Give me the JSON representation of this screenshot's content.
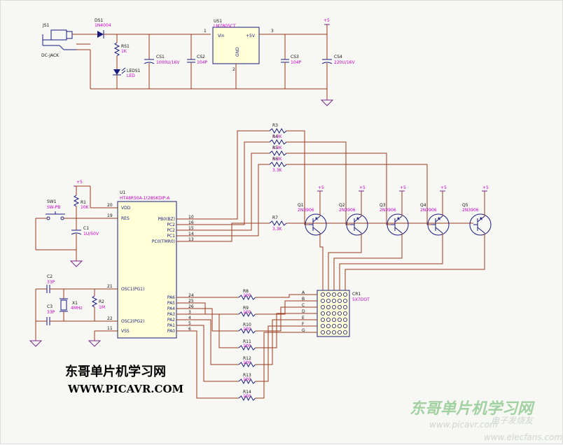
{
  "labels": {
    "js1": "JS1",
    "dcjack": "DC-JACK",
    "ds1": "DS1",
    "ds1_val": "1N4004",
    "rs1": "RS1",
    "rs1_val": "1K",
    "leds1": "LEDS1",
    "leds1_val": "LED",
    "cs1": "CS1",
    "cs1_val": "1000U/16V",
    "cs2": "CS2",
    "cs2_val": "104P",
    "us1": "US1",
    "us1_val": "LM7805CT",
    "vin": "Vin",
    "plus5v": "+5V",
    "gnd": "GND",
    "pin1": "1",
    "pin2": "2",
    "pin3": "3",
    "cs3": "CS3",
    "cs3_val": "104P",
    "cs4": "CS4",
    "cs4_val": "220U/16V",
    "vplus": "+5",
    "sw1": "SW1",
    "sw1_val": "SW-PB",
    "r1": "R1",
    "r1_val": "10K",
    "c1": "C1",
    "c1_val": "1U/50V",
    "u1": "U1",
    "u1_val": "HT48R50A-1(28SKDIP-A",
    "c2": "C2",
    "c2_val": "33P",
    "c3": "C3",
    "c3_val": "33P",
    "x1": "X1",
    "x1_val": "4MHz",
    "r2": "R2",
    "r2_val": "1M",
    "cr1": "CR1",
    "cr1_val": "5X7DOT",
    "q_val": "2N3906",
    "r_val_33k": "3.3K",
    "r_val_100": "100",
    "title_cn": "东哥单片机学习网",
    "title_url": "WWW.PICAVR.COM",
    "wm_cn": "东哥单片机学习网",
    "wm_site": "www.picavr.com",
    "wm_url": "www.elecfans.com",
    "wm_logo": "电子发烧友"
  },
  "u1_pins_left": [
    {
      "num": "20",
      "name": "VDD"
    },
    {
      "num": "19",
      "name": "RES"
    },
    {
      "num": "21",
      "name": "OSC1(PG1)"
    },
    {
      "num": "22",
      "name": "OSC2(PG2)"
    },
    {
      "num": "11",
      "name": "VSS"
    }
  ],
  "u1_pins_right_top": [
    {
      "num": "10",
      "name": "PB0(BZ)"
    },
    {
      "num": "16",
      "name": "PC2"
    },
    {
      "num": "15",
      "name": "PC2"
    },
    {
      "num": "14",
      "name": "PC1"
    },
    {
      "num": "13",
      "name": "PC0(TMR0)"
    }
  ],
  "u1_pins_right_bottom": [
    {
      "num": "24",
      "name": "PA6"
    },
    {
      "num": "25",
      "name": "PA5"
    },
    {
      "num": "26",
      "name": "PA4"
    },
    {
      "num": "3",
      "name": "PA3"
    },
    {
      "num": "4",
      "name": "PA2"
    },
    {
      "num": "5",
      "name": "PA1"
    },
    {
      "num": "6",
      "name": "PA0"
    }
  ],
  "row_resistors": [
    "R8",
    "R9",
    "R10",
    "R11",
    "R12",
    "R13",
    "R14"
  ],
  "row_letters": [
    "A",
    "B",
    "C",
    "D",
    "E",
    "F",
    "G"
  ],
  "col_resistors": [
    "R3",
    "R4",
    "R5",
    "R6",
    "R7"
  ],
  "transistors": [
    "Q1",
    "Q2",
    "Q3",
    "Q4",
    "Q5"
  ]
}
